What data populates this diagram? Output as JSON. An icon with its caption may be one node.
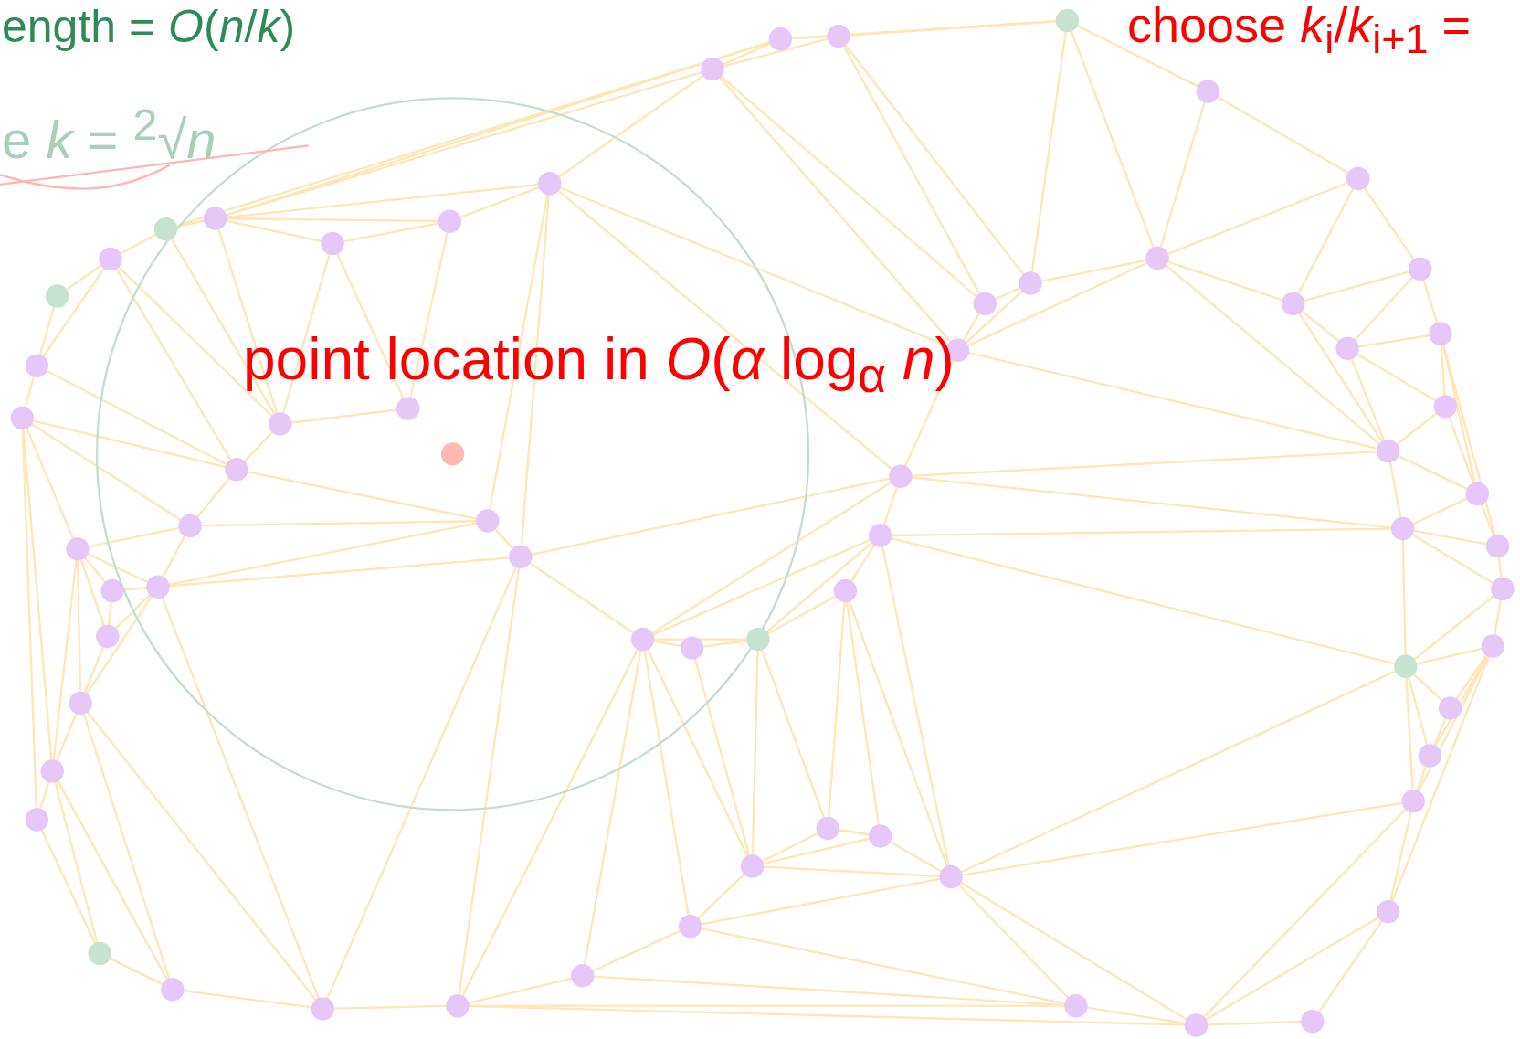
{
  "diagram": {
    "labels": [
      "ength = *O*(*n*/*k*)",
      "choose *k*$_{i}$/*k*$_{i+1}$ =",
      "e *k* = $^{2}$√*n*",
      "point location in *O*(*α* log$_{α}$ *n*)"
    ]
  }
}
